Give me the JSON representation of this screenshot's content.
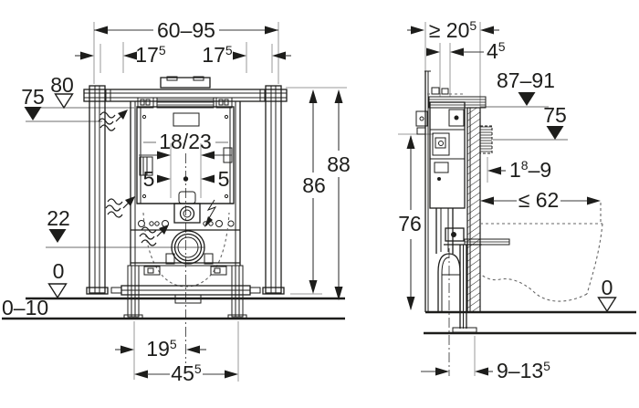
{
  "diagram_type": "installation-technical-drawing",
  "colors": {
    "line": "#1d1d1b",
    "extension": "#9a9a9a",
    "background": "#ffffff"
  },
  "front_view": {
    "overall_width": "60–95",
    "offset_left": {
      "v": "17",
      "s": "5"
    },
    "offset_right": {
      "v": "17",
      "s": "5"
    },
    "level_80": "80",
    "level_75": "75",
    "plate_cutout": "18/23",
    "five_left": "5",
    "five_right": "5",
    "height_88": "88",
    "height_86": "86",
    "level_22": "22",
    "level_0": "0",
    "floor_range": "0–10",
    "foot_offset": {
      "v": "19",
      "s": "5"
    },
    "foot_spacing": {
      "v": "45",
      "s": "5"
    }
  },
  "side_view": {
    "depth_min": {
      "v": "≥ 20",
      "s": "5"
    },
    "profile_depth": {
      "v": "4",
      "s": "5"
    },
    "plate_height_range": "87–91",
    "level_75": "75",
    "lining_thickness": {
      "v": "1",
      "s": "8",
      "t": "–9"
    },
    "bowl_depth_max": "≤ 62",
    "height_76": "76",
    "level_0": "0",
    "outlet_offset": {
      "v": "9–13",
      "s": "5"
    }
  }
}
